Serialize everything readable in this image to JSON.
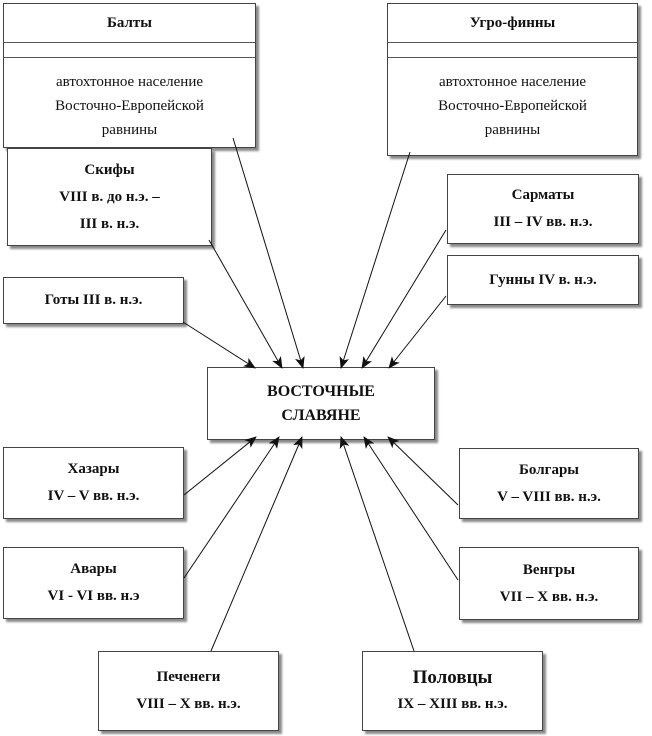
{
  "baltic": {
    "title": "Балты",
    "desc_1": "автохтонное население",
    "desc_2": "Восточно-Европейской",
    "desc_3": "равнины"
  },
  "ugrofinn": {
    "title": "Угро-финны",
    "desc_1": "автохтонное население",
    "desc_2": "Восточно-Европейской",
    "desc_3": "равнины"
  },
  "center": {
    "line_1": "ВОСТОЧНЫЕ",
    "line_2": "СЛАВЯНЕ"
  },
  "nodes": {
    "scythians": {
      "line_1": "Скифы",
      "line_2": "VIII в. до н.э. –",
      "line_3": "III в. н.э."
    },
    "goths": {
      "line_1": "Готы III в. н.э."
    },
    "sarmatians": {
      "line_1": "Сарматы",
      "line_2": "III – IV вв. н.э."
    },
    "huns": {
      "line_1": "Гунны IV в. н.э."
    },
    "khazars": {
      "line_1": "Хазары",
      "line_2": "IV – V вв. н.э."
    },
    "bulgars": {
      "line_1": "Болгары",
      "line_2": "V – VIII вв. н.э."
    },
    "avars": {
      "line_1": "Авары",
      "line_2": "VI - VI вв. н.э"
    },
    "hungarians": {
      "line_1": "Венгры",
      "line_2": "VII – X вв. н.э."
    },
    "pechenegs": {
      "line_1": "Печенеги",
      "line_2": "VIII – X вв. н.э."
    },
    "cumans": {
      "line_1": "Половцы",
      "line_2": "IX – XIII вв. н.э."
    }
  }
}
